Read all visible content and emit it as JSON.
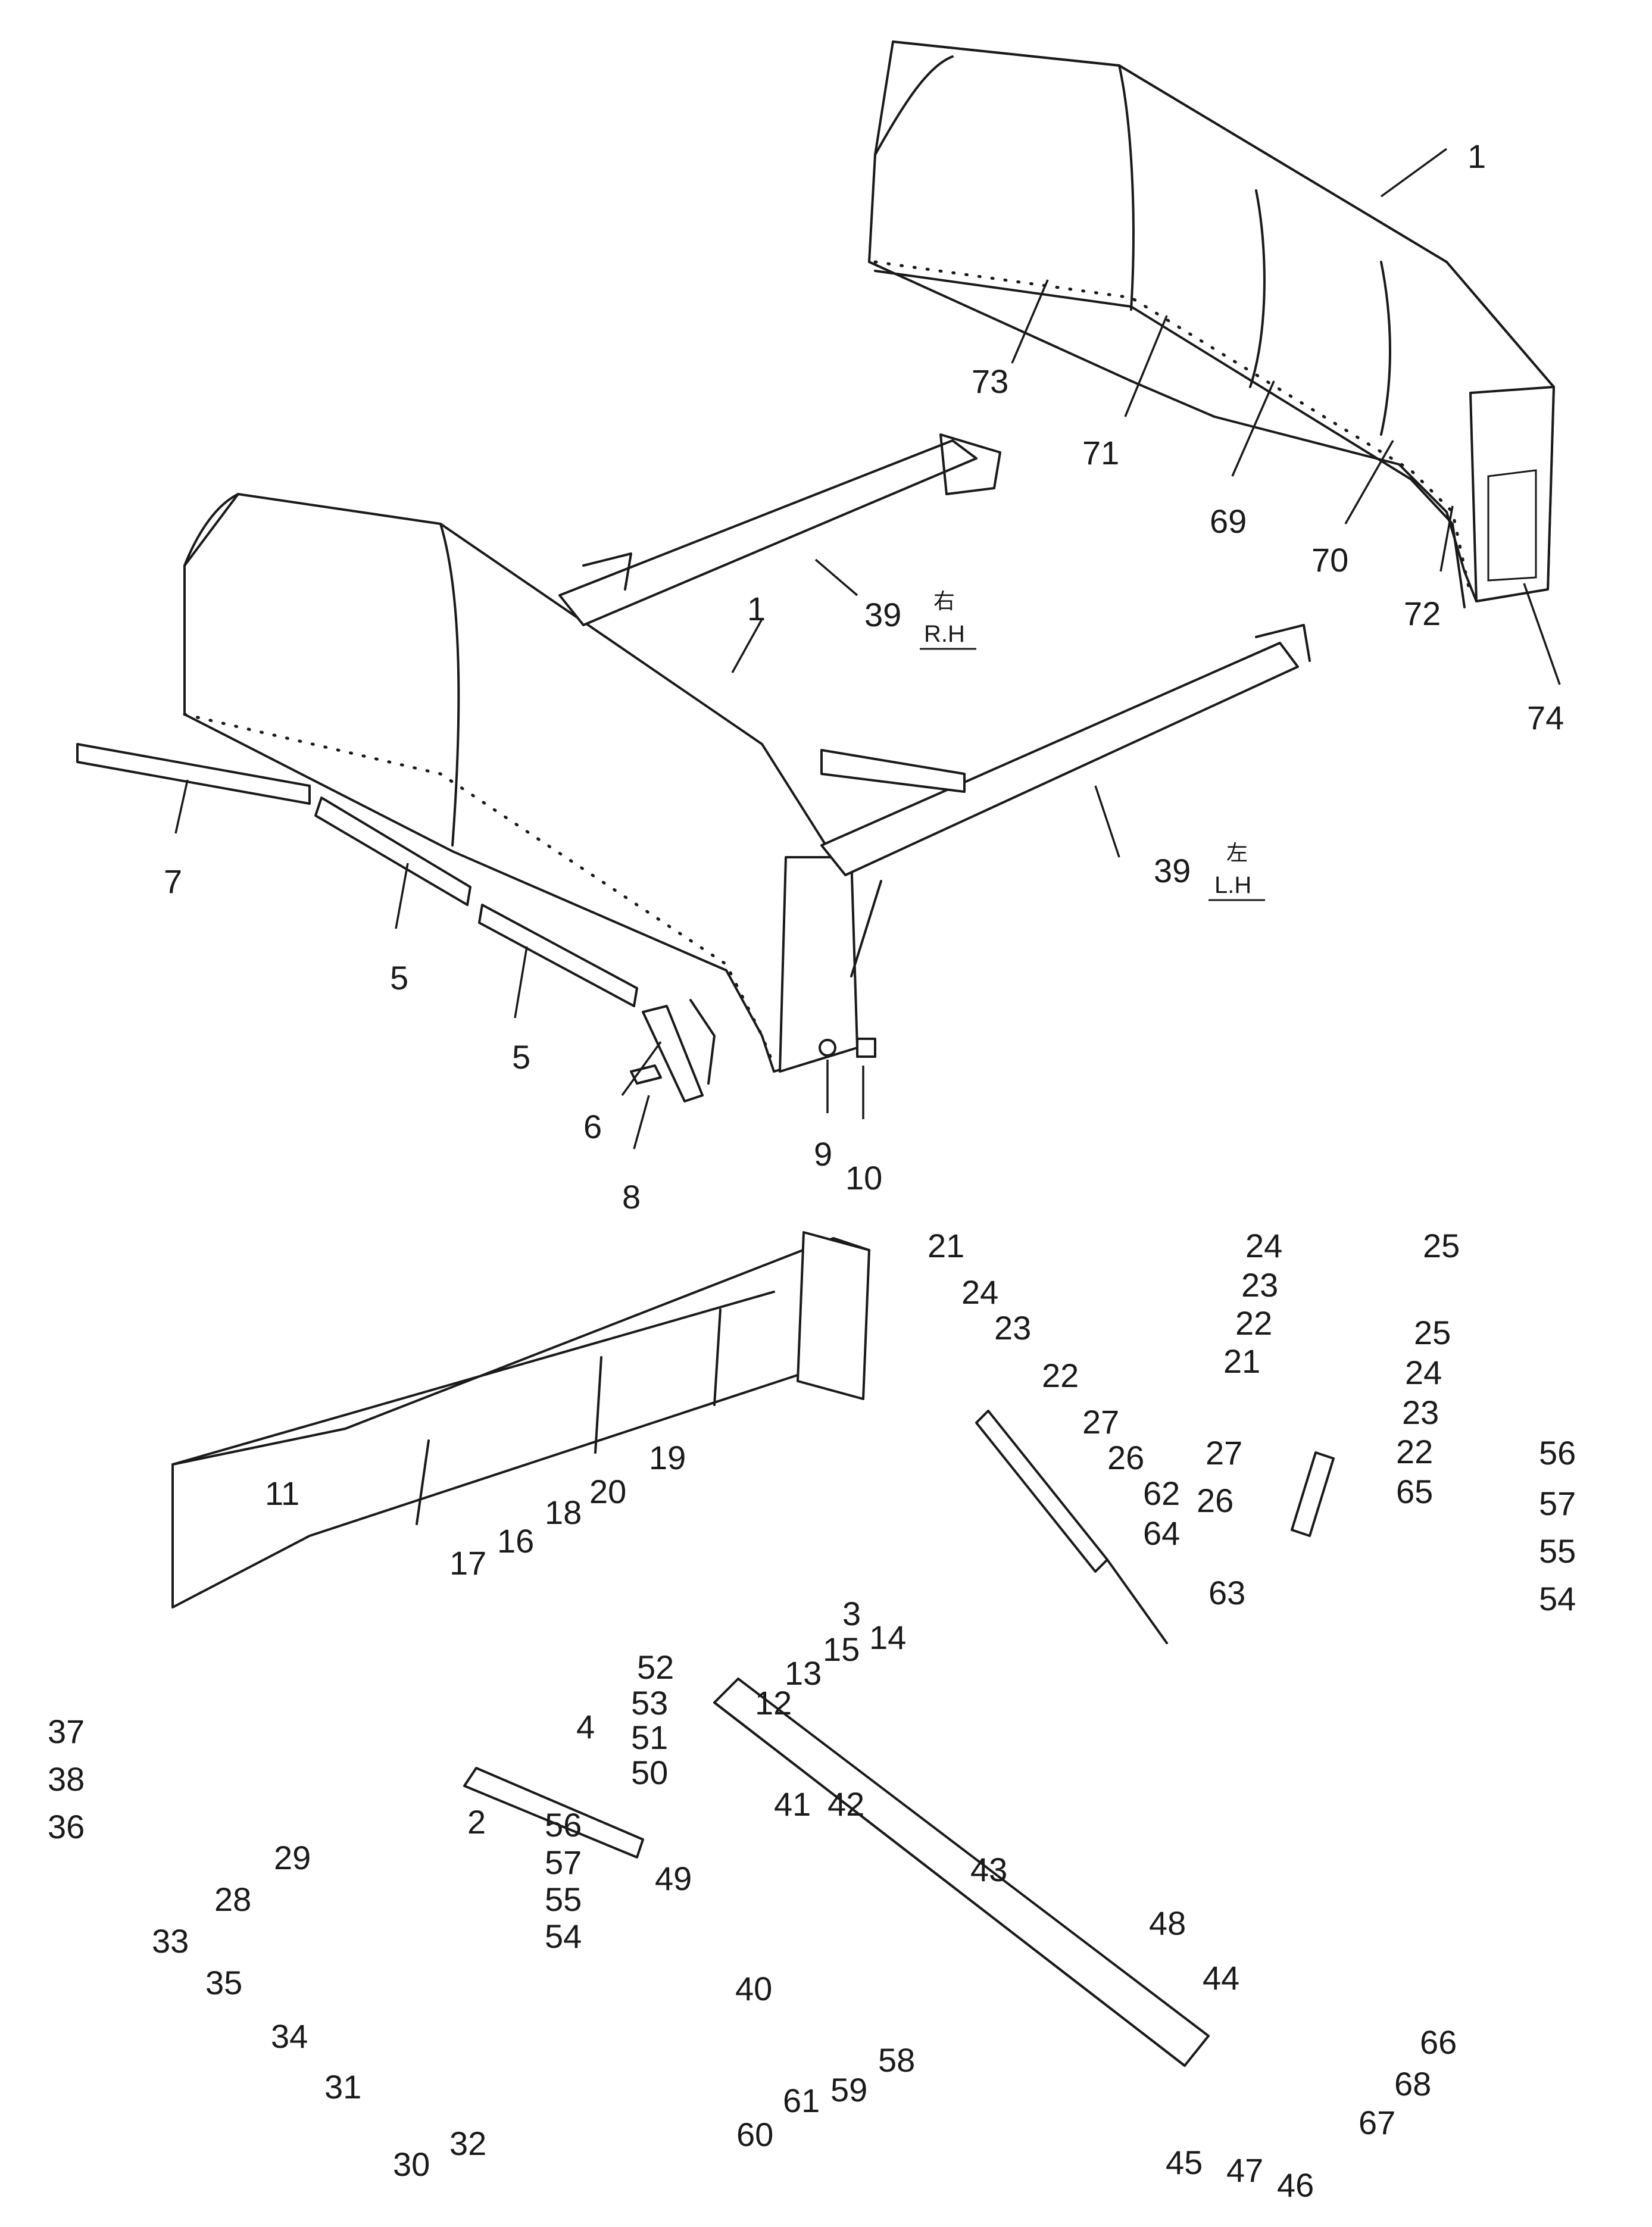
{
  "callouts": [
    {
      "id": "1",
      "label": "1"
    },
    {
      "id": "1b",
      "label": "1"
    },
    {
      "id": "73",
      "label": "73"
    },
    {
      "id": "71",
      "label": "71"
    },
    {
      "id": "69",
      "label": "69"
    },
    {
      "id": "70",
      "label": "70"
    },
    {
      "id": "72",
      "label": "72"
    },
    {
      "id": "74",
      "label": "74"
    },
    {
      "id": "39a",
      "label": "39"
    },
    {
      "id": "39b",
      "label": "39"
    },
    {
      "id": "7",
      "label": "7"
    },
    {
      "id": "5a",
      "label": "5"
    },
    {
      "id": "5b",
      "label": "5"
    },
    {
      "id": "6",
      "label": "6"
    },
    {
      "id": "8",
      "label": "8"
    },
    {
      "id": "9",
      "label": "9"
    },
    {
      "id": "10",
      "label": "10"
    },
    {
      "id": "21a",
      "label": "21"
    },
    {
      "id": "24a",
      "label": "24"
    },
    {
      "id": "23a",
      "label": "23"
    },
    {
      "id": "22a",
      "label": "22"
    },
    {
      "id": "27a",
      "label": "27"
    },
    {
      "id": "26a",
      "label": "26"
    },
    {
      "id": "62",
      "label": "62"
    },
    {
      "id": "64",
      "label": "64"
    },
    {
      "id": "63",
      "label": "63"
    },
    {
      "id": "24b",
      "label": "24"
    },
    {
      "id": "25a",
      "label": "25"
    },
    {
      "id": "23b",
      "label": "23"
    },
    {
      "id": "22b",
      "label": "22"
    },
    {
      "id": "21b",
      "label": "21"
    },
    {
      "id": "25b",
      "label": "25"
    },
    {
      "id": "24c",
      "label": "24"
    },
    {
      "id": "23c",
      "label": "23"
    },
    {
      "id": "22c",
      "label": "22"
    },
    {
      "id": "27b",
      "label": "27"
    },
    {
      "id": "26b",
      "label": "26"
    },
    {
      "id": "65",
      "label": "65"
    },
    {
      "id": "56a",
      "label": "56"
    },
    {
      "id": "57a",
      "label": "57"
    },
    {
      "id": "55a",
      "label": "55"
    },
    {
      "id": "54a",
      "label": "54"
    },
    {
      "id": "11",
      "label": "11"
    },
    {
      "id": "19",
      "label": "19"
    },
    {
      "id": "18",
      "label": "18"
    },
    {
      "id": "20",
      "label": "20"
    },
    {
      "id": "16",
      "label": "16"
    },
    {
      "id": "17",
      "label": "17"
    },
    {
      "id": "3",
      "label": "3"
    },
    {
      "id": "4",
      "label": "4"
    },
    {
      "id": "2",
      "label": "2"
    },
    {
      "id": "52",
      "label": "52"
    },
    {
      "id": "53",
      "label": "53"
    },
    {
      "id": "51",
      "label": "51"
    },
    {
      "id": "50",
      "label": "50"
    },
    {
      "id": "12",
      "label": "12"
    },
    {
      "id": "13",
      "label": "13"
    },
    {
      "id": "15",
      "label": "15"
    },
    {
      "id": "14",
      "label": "14"
    },
    {
      "id": "37",
      "label": "37"
    },
    {
      "id": "38",
      "label": "38"
    },
    {
      "id": "36",
      "label": "36"
    },
    {
      "id": "29",
      "label": "29"
    },
    {
      "id": "28",
      "label": "28"
    },
    {
      "id": "33",
      "label": "33"
    },
    {
      "id": "35",
      "label": "35"
    },
    {
      "id": "34",
      "label": "34"
    },
    {
      "id": "31",
      "label": "31"
    },
    {
      "id": "30",
      "label": "30"
    },
    {
      "id": "32",
      "label": "32"
    },
    {
      "id": "56b",
      "label": "56"
    },
    {
      "id": "57b",
      "label": "57"
    },
    {
      "id": "55b",
      "label": "55"
    },
    {
      "id": "54b",
      "label": "54"
    },
    {
      "id": "49",
      "label": "49"
    },
    {
      "id": "41",
      "label": "41"
    },
    {
      "id": "42",
      "label": "42"
    },
    {
      "id": "43",
      "label": "43"
    },
    {
      "id": "40",
      "label": "40"
    },
    {
      "id": "48",
      "label": "48"
    },
    {
      "id": "44",
      "label": "44"
    },
    {
      "id": "58",
      "label": "58"
    },
    {
      "id": "59",
      "label": "59"
    },
    {
      "id": "61",
      "label": "61"
    },
    {
      "id": "60",
      "label": "60"
    },
    {
      "id": "66",
      "label": "66"
    },
    {
      "id": "68",
      "label": "68"
    },
    {
      "id": "67",
      "label": "67"
    },
    {
      "id": "45",
      "label": "45"
    },
    {
      "id": "47",
      "label": "47"
    },
    {
      "id": "46",
      "label": "46"
    }
  ],
  "side_notes": {
    "rh_kanji": "右",
    "rh_label": "R.H",
    "lh_kanji": "左",
    "lh_label": "L.H"
  }
}
